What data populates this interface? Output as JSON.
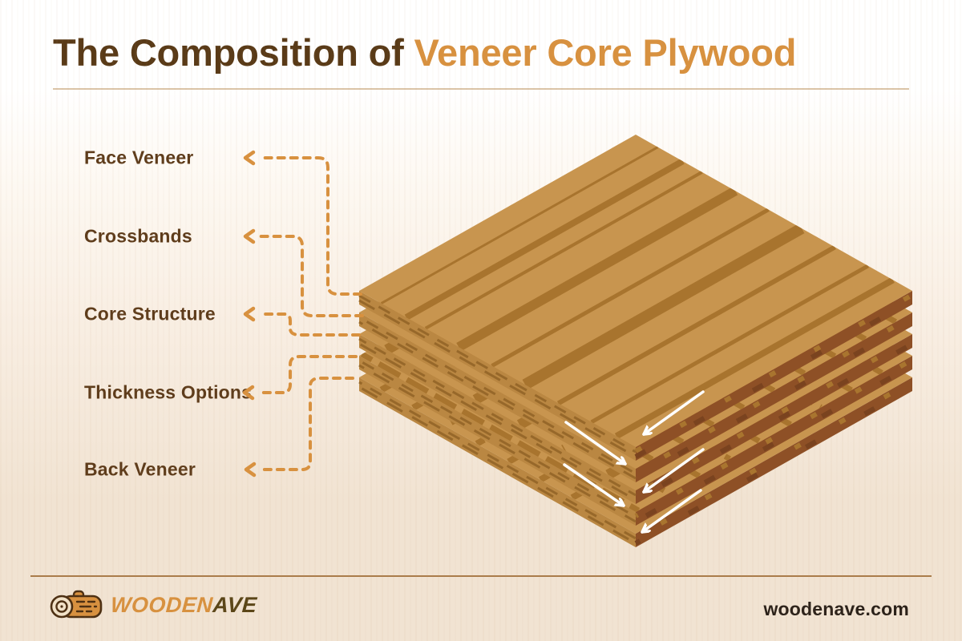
{
  "title": {
    "prefix": "The Composition of ",
    "highlight": "Veneer Core Plywood"
  },
  "labels": {
    "face_veneer": "Face Veneer",
    "crossbands": "Crossbands",
    "core_structure": "Core Structure",
    "thickness_options": "Thickness Options",
    "back_veneer": "Back Veneer"
  },
  "footer": {
    "brand_prefix": "WOODEN",
    "brand_suffix": "AVE",
    "website": "woodenave.com"
  },
  "colors": {
    "accent": "#D8913F",
    "title_dark": "#593A17",
    "label_text": "#5E3C1B",
    "divider_top": "#DBC4A7",
    "divider_bottom": "#AA7C4A",
    "website_text": "#2B2119",
    "brand_dark": "#5A4517",
    "wood_top": "#C8954F",
    "wood_grain": "#A8742E",
    "wood_left": "#BA8742",
    "wood_left_mark": "#97682A",
    "wood_right": "#8E5026",
    "wood_right_dark": "#7A431F",
    "wood_right_light": "#A9752F",
    "bg_top": "#FFFFFF",
    "bg_mid": "#F9EFE4",
    "bg_bottom": "#F1E3D2"
  }
}
